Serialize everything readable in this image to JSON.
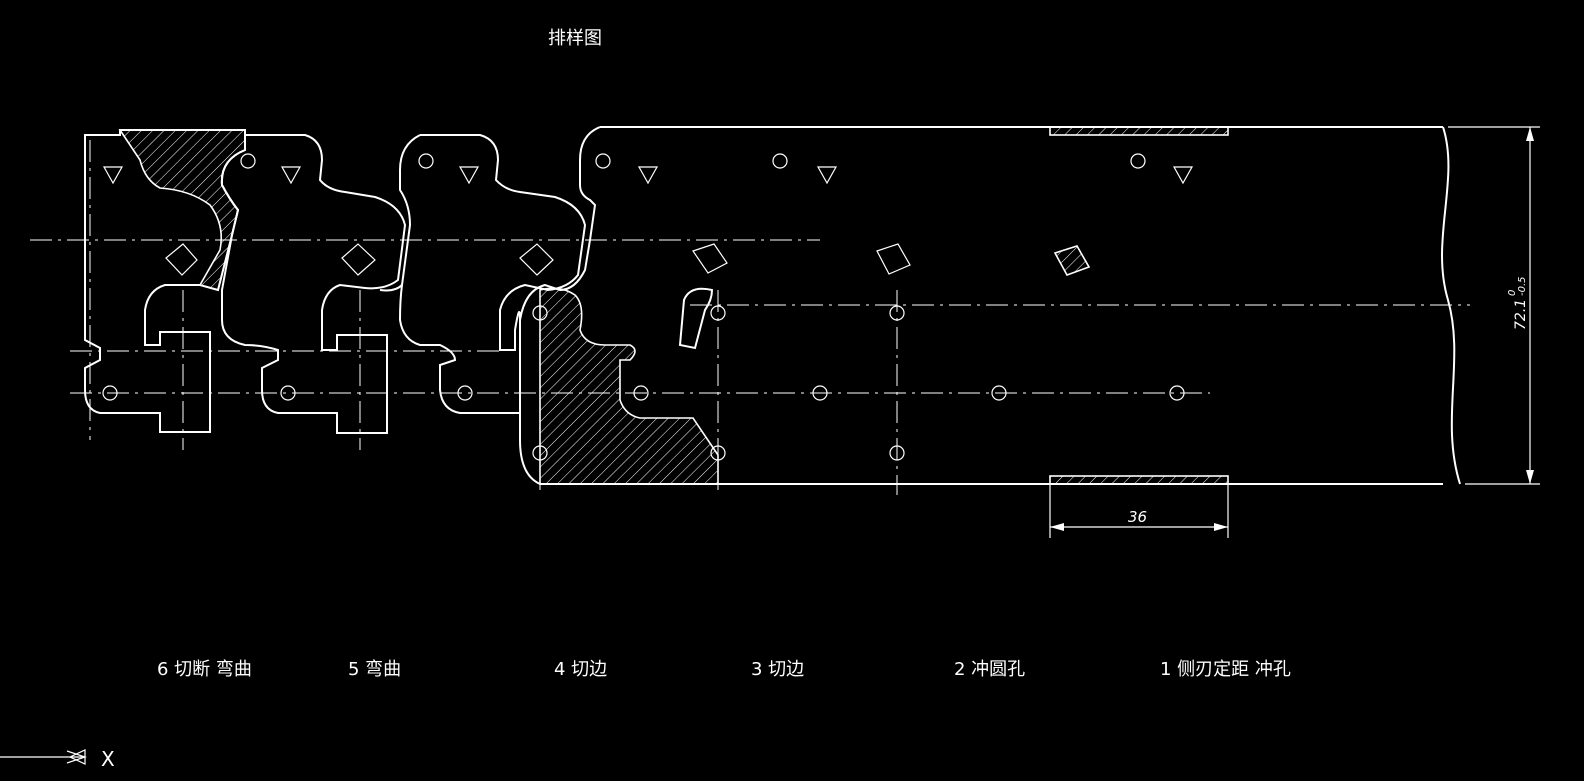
{
  "drawing": {
    "title": "排样图",
    "dimension_36": "36",
    "dimension_width": "72.1",
    "dimension_tol_upper": "0",
    "dimension_tol_lower": "-0.5",
    "axis_label": "X"
  },
  "stations": [
    {
      "label": "6 切断 弯曲"
    },
    {
      "label": "5 弯曲"
    },
    {
      "label": "4 切边"
    },
    {
      "label": "3 切边"
    },
    {
      "label": "2 冲圆孔"
    },
    {
      "label": "1 侧刃定距 冲孔"
    }
  ]
}
